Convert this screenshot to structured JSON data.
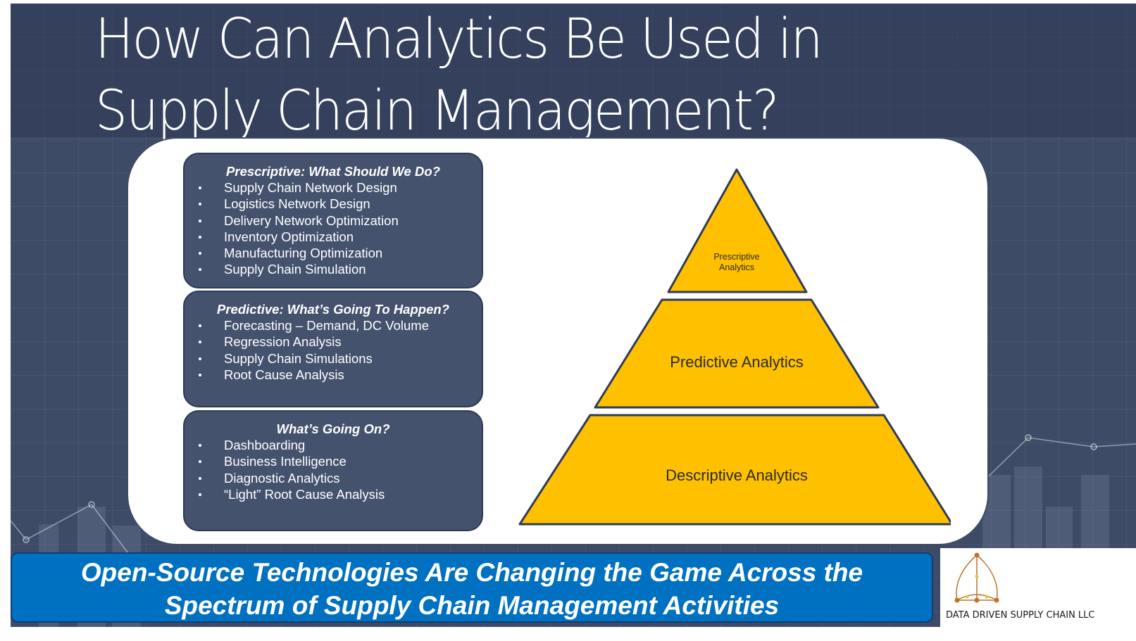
{
  "title": {
    "line1": "How Can Analytics Be Used in",
    "line2": "Supply Chain Management?"
  },
  "boxes": [
    {
      "heading": "Prescriptive: What Should We Do?",
      "items": [
        "Supply Chain Network Design",
        "Logistics Network Design",
        "Delivery Network Optimization",
        "Inventory Optimization",
        "Manufacturing Optimization",
        "Supply Chain Simulation"
      ]
    },
    {
      "heading": "Predictive: What’s Going To Happen?",
      "items": [
        "Forecasting – Demand, DC Volume",
        "Regression Analysis",
        "Supply Chain Simulations",
        "Root Cause Analysis"
      ]
    },
    {
      "heading": "What’s Going On?",
      "items": [
        "Dashboarding",
        "Business Intelligence",
        "Diagnostic Analytics",
        "“Light” Root Cause Analysis"
      ]
    }
  ],
  "pyramid": {
    "top_line1": "Prescriptive",
    "top_line2": "Analytics",
    "middle": "Predictive Analytics",
    "bottom": "Descriptive Analytics",
    "fill_color": "#ffc000",
    "stroke_color": "#2f3b56"
  },
  "banner": {
    "line1": "Open-Source Technologies Are Changing the Game Across the",
    "line2": "Spectrum of Supply Chain Management Activities",
    "color": "#0070c0"
  },
  "logo": {
    "text": "DATA DRIVEN SUPPLY CHAIN LLC",
    "icon": "network-logo-icon"
  },
  "colors": {
    "slide_background": "#3e4b66",
    "box_background": "#45526e"
  }
}
